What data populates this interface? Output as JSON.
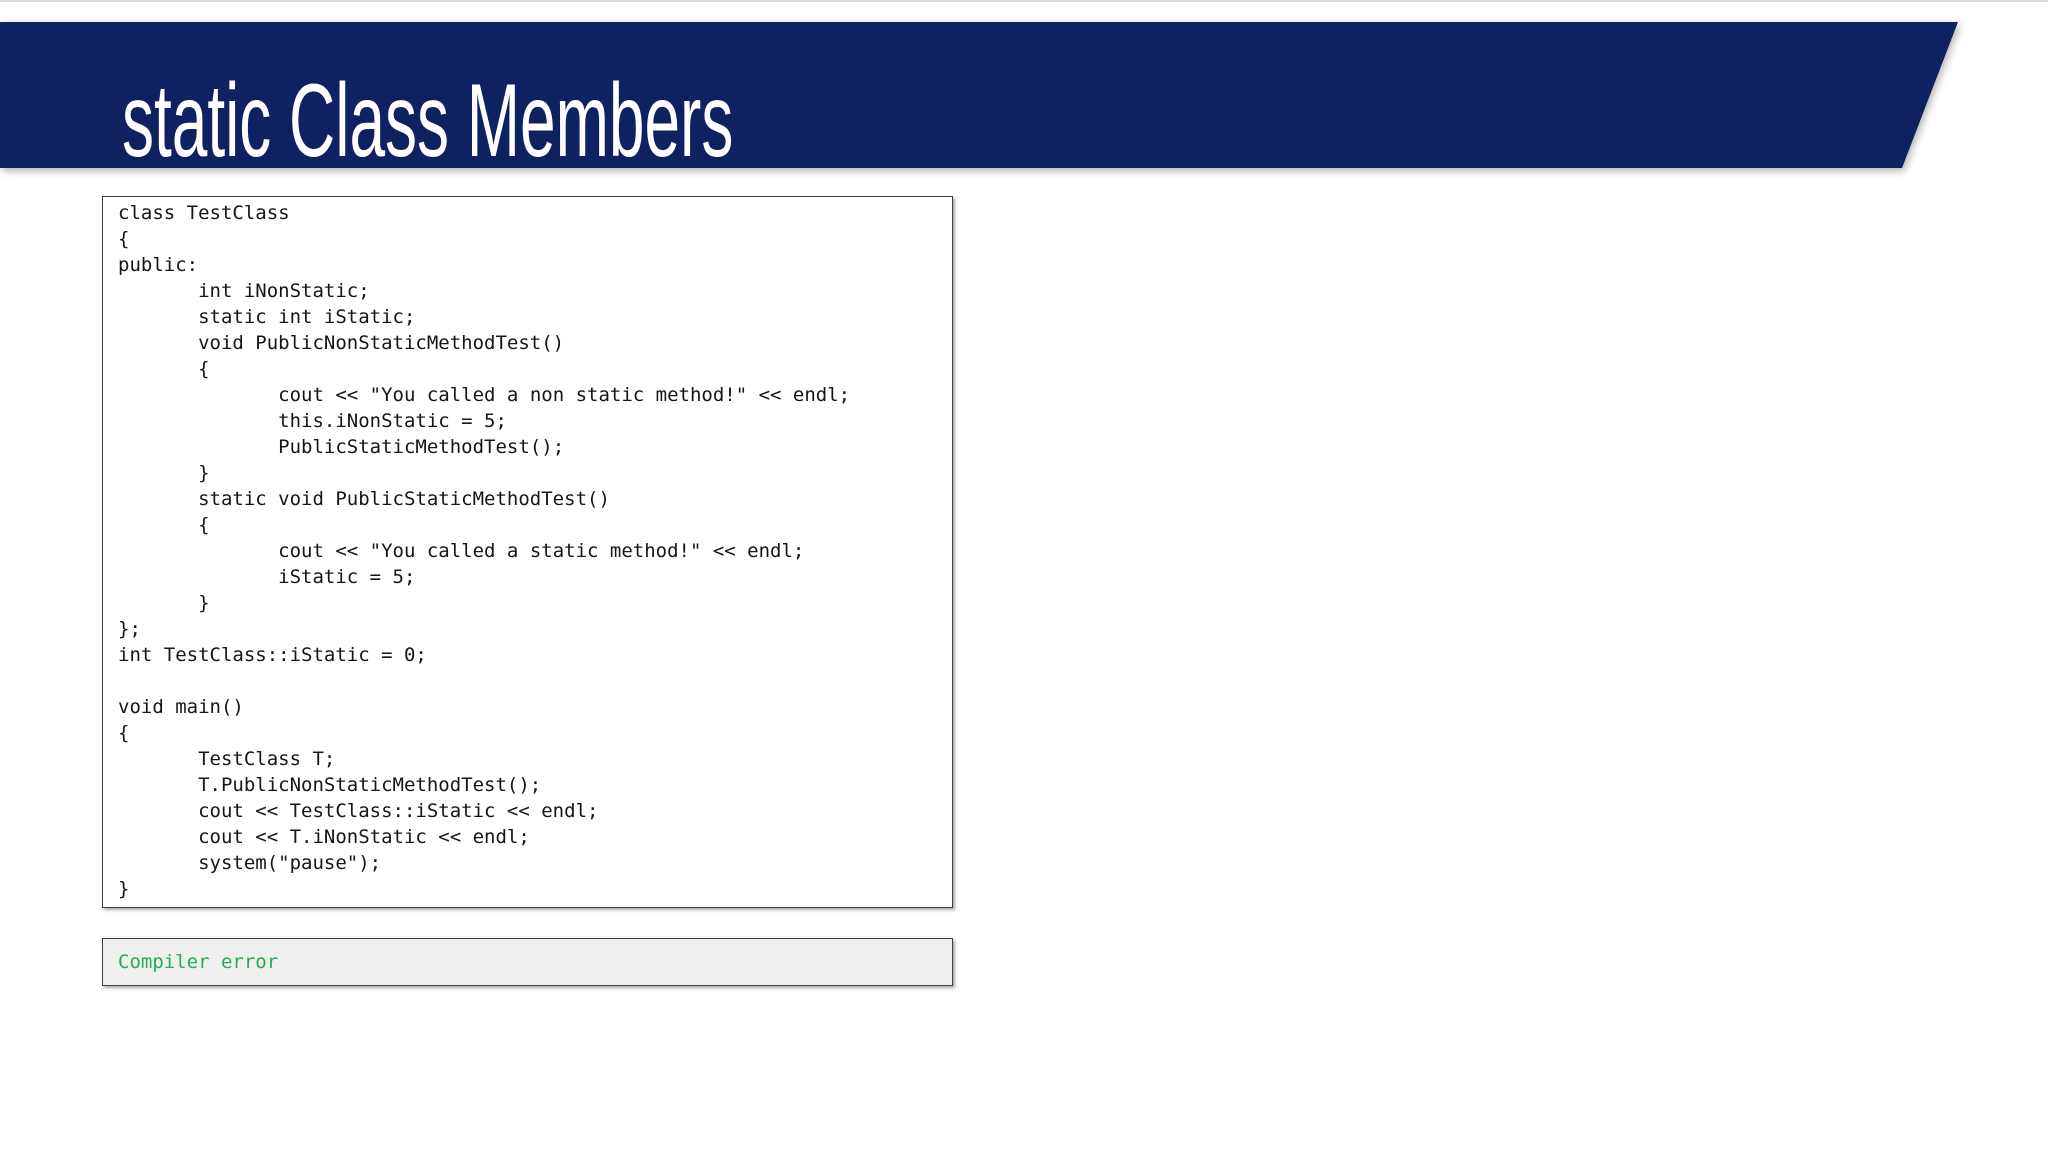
{
  "slide": {
    "title": "static Class Members",
    "code_box": {
      "code_lines": [
        "class TestClass",
        "{",
        "public:",
        "\tint iNonStatic;",
        "\tstatic int iStatic;",
        "\tvoid PublicNonStaticMethodTest()",
        "\t{",
        "\t\tcout << \"You called a non static method!\" << endl;",
        "\t\tthis.iNonStatic = 5;",
        "\t\tPublicStaticMethodTest();",
        "\t}",
        "\tstatic void PublicStaticMethodTest()",
        "\t{",
        "\t\tcout << \"You called a static method!\" << endl;",
        "\t\tiStatic = 5;",
        "\t}",
        "};",
        "int TestClass::iStatic = 0;",
        "",
        "void main()",
        "{",
        "\tTestClass T;",
        "\tT.PublicNonStaticMethodTest();",
        "\tcout << TestClass::iStatic << endl;",
        "\tcout << T.iNonStatic << endl;",
        "\tsystem(\"pause\");",
        "}"
      ]
    },
    "result_box": {
      "text": "Compiler error"
    },
    "colors": {
      "banner": "#0e2262",
      "title_text": "#ffffff",
      "code_text": "#151515",
      "border": "#3f3f3f",
      "result_bg": "#efefef",
      "result_text": "#2bab56"
    }
  }
}
